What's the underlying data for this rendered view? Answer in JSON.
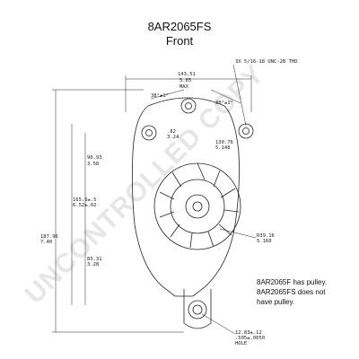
{
  "header": {
    "part_number": "8AR2065FS",
    "view": "Front"
  },
  "watermark": "UNCONTROLLED COPY",
  "note": {
    "line1": "8AR2065F has pulley.",
    "line2": "8AR2065FS does not",
    "line3": "have pulley."
  },
  "dimensions": {
    "thread": "3X 5/16-18 UNC-2B THD",
    "width_mm": "143.51",
    "width_in": "5.65",
    "width_note": "MAX",
    "angle_left": "38°±1°",
    "angle_right": "38°±1°",
    "bolt_mm": ".82",
    "bolt_in": "3.24",
    "h1_mm": "90.93",
    "h1_in": "3.58",
    "h2_mm": "165.6±.5",
    "h2_in": "6.52±.02",
    "h3_mm": "187.96",
    "h3_in": "7.40",
    "h4_mm": "83.31",
    "h4_in": "3.28",
    "r1_mm": "130.76",
    "r1_in": "5.148",
    "r2_mm": "R39.16",
    "r2_in": "5.160",
    "hole_mm": "12.83±.12",
    "hole_in": ".505±.0050",
    "hole_note": "HOLE"
  }
}
